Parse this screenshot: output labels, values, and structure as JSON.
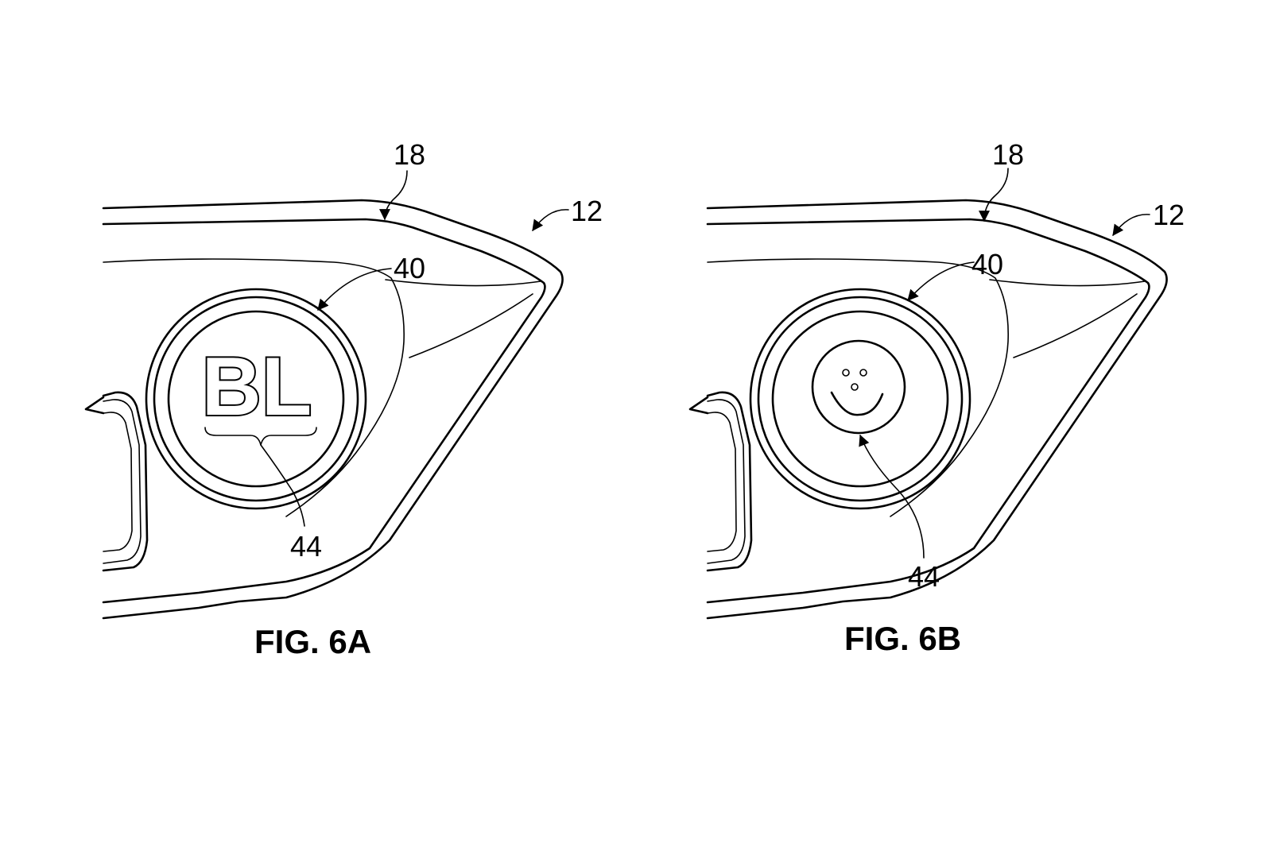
{
  "figures": [
    {
      "caption": "FIG. 6A",
      "labels": {
        "housing": "12",
        "rim": "18",
        "lens": "40",
        "indicia": "44"
      },
      "indicia_text": "BL"
    },
    {
      "caption": "FIG. 6B",
      "labels": {
        "housing": "12",
        "rim": "18",
        "lens": "40",
        "indicia": "44"
      },
      "indicia_icon": "smiley-face-icon"
    }
  ]
}
